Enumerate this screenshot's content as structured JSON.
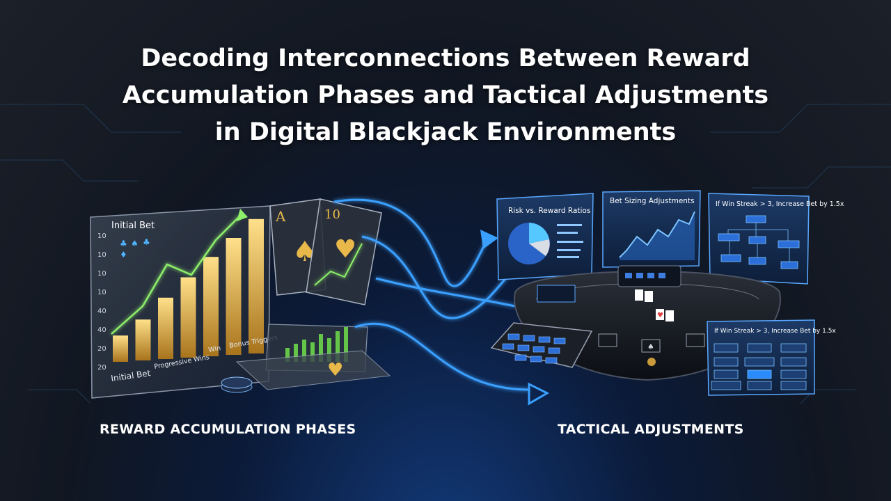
{
  "title": {
    "line1": "Decoding Interconnections Between Reward",
    "line2": "Accumulation Phases and Tactical Adjustments",
    "line3": "in Digital Blackjack Environments"
  },
  "left_section": {
    "label": "REWARD ACCUMULATION PHASES",
    "panel_title": "Initial Bet",
    "y_ticks": [
      "10",
      "10",
      "10",
      "10",
      "40",
      "40",
      "20",
      "20"
    ],
    "x_labels": [
      "Initial Bet",
      "Progressive Wins",
      "Win",
      "Bonus Triggers"
    ],
    "bar_levels": [
      0.18,
      0.28,
      0.42,
      0.55,
      0.68,
      0.8,
      0.92
    ]
  },
  "cards": {
    "card1_rank": "A",
    "card2_rank": "10"
  },
  "right_section": {
    "label": "TACTICAL ADJUSTMENTS",
    "panel_pie_title": "Risk vs. Reward Ratios",
    "panel_line_title": "Bet Sizing Adjustments",
    "panel_flow_title": "If Win Streak > 3, Increase Bet by 1.5x",
    "panel_flow2_title": "If Win Streak > 3, Increase Bet by 1.5x"
  },
  "colors": {
    "accent_blue": "#3aa0ff",
    "gold": "#e8b84a",
    "green": "#7be05a"
  }
}
